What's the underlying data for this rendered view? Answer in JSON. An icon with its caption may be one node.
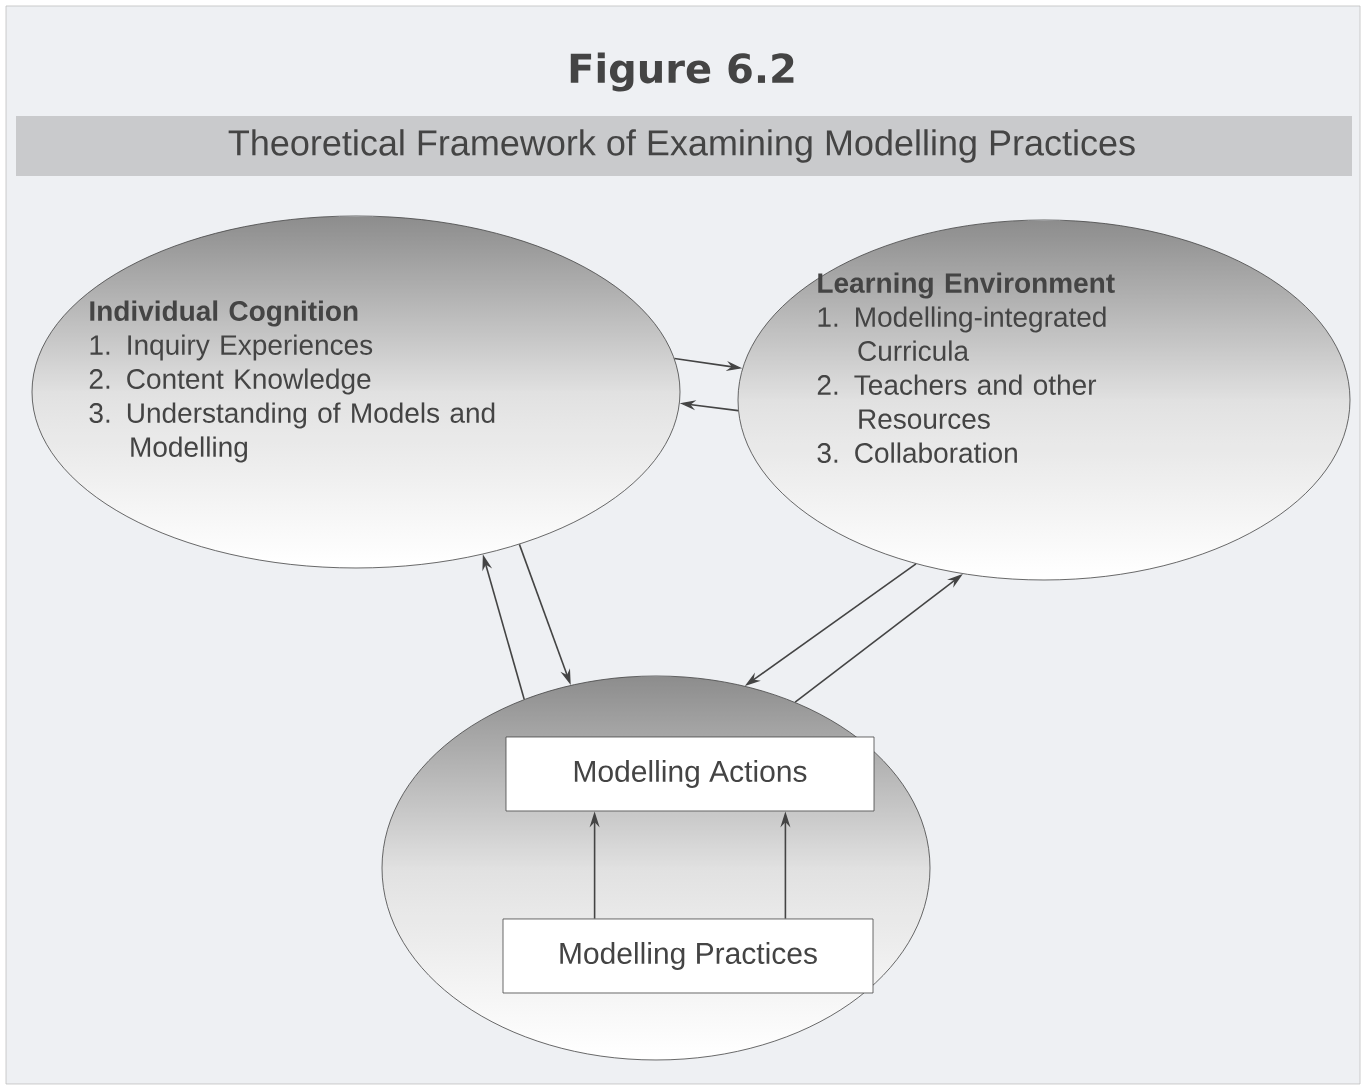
{
  "diagram": {
    "title": "Figure 6.2",
    "nodes": [
      {
        "text": [
          "Individual Cognition",
          "1. Inquiry Experiences",
          "2. Content Knowledge",
          "3. Understanding of Models and Modelling"
        ]
      },
      {
        "text": [
          "Learning Environment",
          "1. Modelling-integrated Curricula",
          "2. Teachers and other Resources",
          "3. Collaboration"
        ]
      },
      {
        "text": [],
        "shape": "ellipse"
      },
      {
        "text": [
          "Modelling Actions"
        ],
        "in": 2
      },
      {
        "text": [
          "Modelling Practices"
        ],
        "in": 2
      }
    ],
    "edges": [
      {
        "from": 0,
        "to": 1,
        "arrow": "to"
      },
      {
        "from": 1,
        "to": 0,
        "arrow": "to"
      },
      {
        "from": 2,
        "to": 0,
        "arrow": "to"
      },
      {
        "from": 0,
        "to": 2,
        "arrow": "to"
      },
      {
        "from": 1,
        "to": 2,
        "arrow": "to"
      },
      {
        "from": 2,
        "to": 1,
        "arrow": "to"
      },
      {
        "from": 4,
        "to": 3,
        "arrow": "to"
      },
      {
        "from": 4,
        "to": 3,
        "arrow": "to"
      }
    ],
    "labels": [
      "Theoretical Framework of Examining Modelling Practices"
    ]
  }
}
